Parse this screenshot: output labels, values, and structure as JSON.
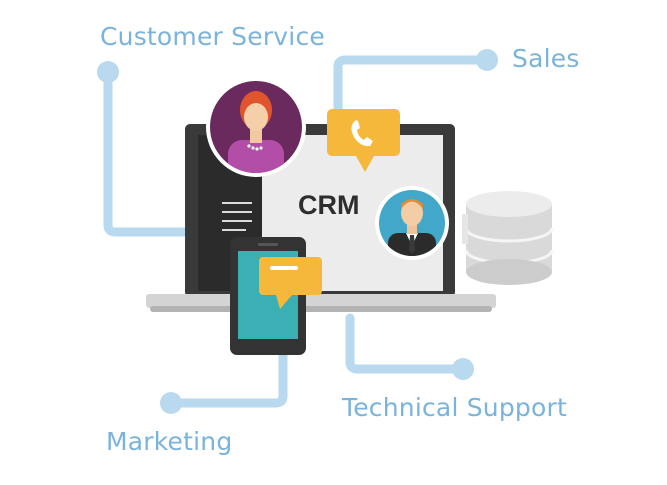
{
  "labels": {
    "customer_service": "Customer Service",
    "sales": "Sales",
    "technical_support": "Technical Support",
    "marketing": "Marketing",
    "crm": "CRM"
  },
  "colors": {
    "connector": "#b9d9ef",
    "label": "#7ab3dc",
    "laptop_frame": "#3a3a3a",
    "screen": "#ececec",
    "screen_dark": "#2b2b2b",
    "phone_screen": "#3ab0b4",
    "bubble": "#f5b83a",
    "avatar_woman_bg": "#6a2a5e",
    "avatar_man_bg": "#42a7c9",
    "database": "#d7d7d7"
  },
  "icons": [
    "phone-chat-icon",
    "message-bubble-icon",
    "database-icon",
    "woman-avatar-icon",
    "man-avatar-icon"
  ]
}
